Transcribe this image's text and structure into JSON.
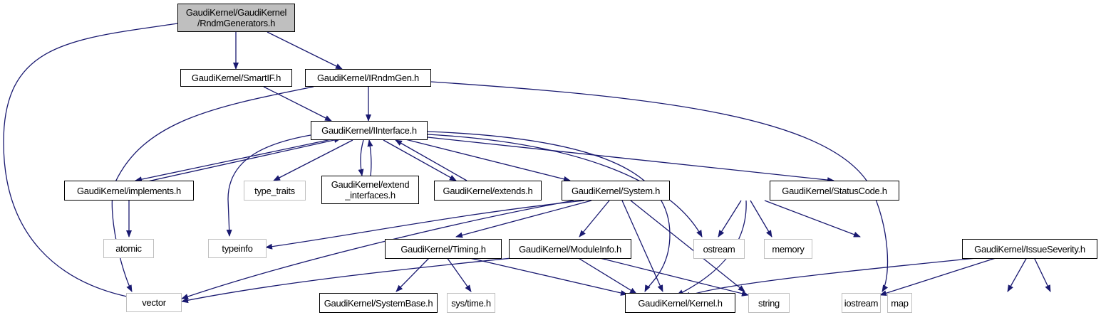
{
  "diagram": {
    "title": "Include dependency graph for RndmGenerators.h",
    "colors": {
      "edge": "#191970",
      "node_border": "#000000",
      "external_border": "#bfbfbf",
      "root_fill": "#bfbfbf"
    },
    "nodes": {
      "root": "GaudiKernel/GaudiKernel\n/RndmGenerators.h",
      "smartif": "GaudiKernel/SmartIF.h",
      "irndmgen": "GaudiKernel/IRndmGen.h",
      "iinterface": "GaudiKernel/IInterface.h",
      "implements": "GaudiKernel/implements.h",
      "type_traits": "type_traits",
      "extend_interfaces": "GaudiKernel/extend\n_interfaces.h",
      "extends": "GaudiKernel/extends.h",
      "system": "GaudiKernel/System.h",
      "statuscode": "GaudiKernel/StatusCode.h",
      "atomic": "atomic",
      "typeinfo": "typeinfo",
      "timing": "GaudiKernel/Timing.h",
      "moduleinfo": "GaudiKernel/ModuleInfo.h",
      "ostream": "ostream",
      "memory": "memory",
      "issueseverity": "GaudiKernel/IssueSeverity.h",
      "vector": "vector",
      "systembase": "GaudiKernel/SystemBase.h",
      "systime": "sys/time.h",
      "kernel": "GaudiKernel/Kernel.h",
      "string": "string",
      "iostream": "iostream",
      "map": "map"
    }
  }
}
